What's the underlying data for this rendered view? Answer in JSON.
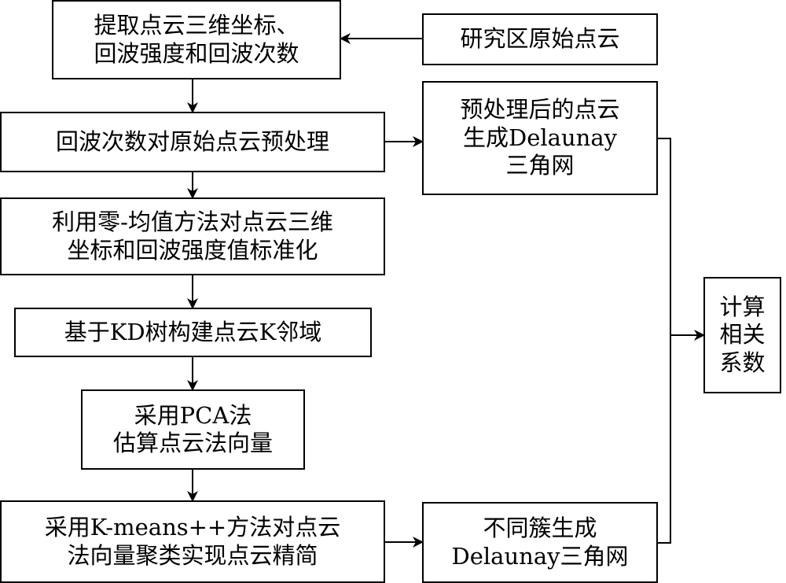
{
  "nodes": {
    "extract": {
      "lines": [
        "提取点云三维坐标、",
        "回波强度和回波次数"
      ]
    },
    "source": {
      "lines": [
        "研究区原始点云"
      ]
    },
    "preprocess": {
      "lines": [
        "回波次数对原始点云预处理"
      ]
    },
    "delaunay_pre": {
      "lines": [
        "预处理后的点云",
        "生成Delaunay",
        "三角网"
      ]
    },
    "standardize": {
      "lines": [
        "利用零-均值方法对点云三维",
        "坐标和回波强度值标准化"
      ]
    },
    "kd": {
      "lines": [
        "基于KD树构建点云K邻域"
      ]
    },
    "pca": {
      "lines": [
        "采用PCA法",
        "估算点云法向量"
      ]
    },
    "kmeans": {
      "lines": [
        "采用K-means++方法对点云",
        "法向量聚类实现点云精简"
      ]
    },
    "delaunay_cluster": {
      "lines": [
        "不同簇生成",
        "Delaunay三角网"
      ]
    },
    "correlation": {
      "lines": [
        "计算",
        "相关",
        "系数"
      ]
    }
  },
  "colors": {
    "line": "#000000",
    "background": "#ffffff"
  }
}
